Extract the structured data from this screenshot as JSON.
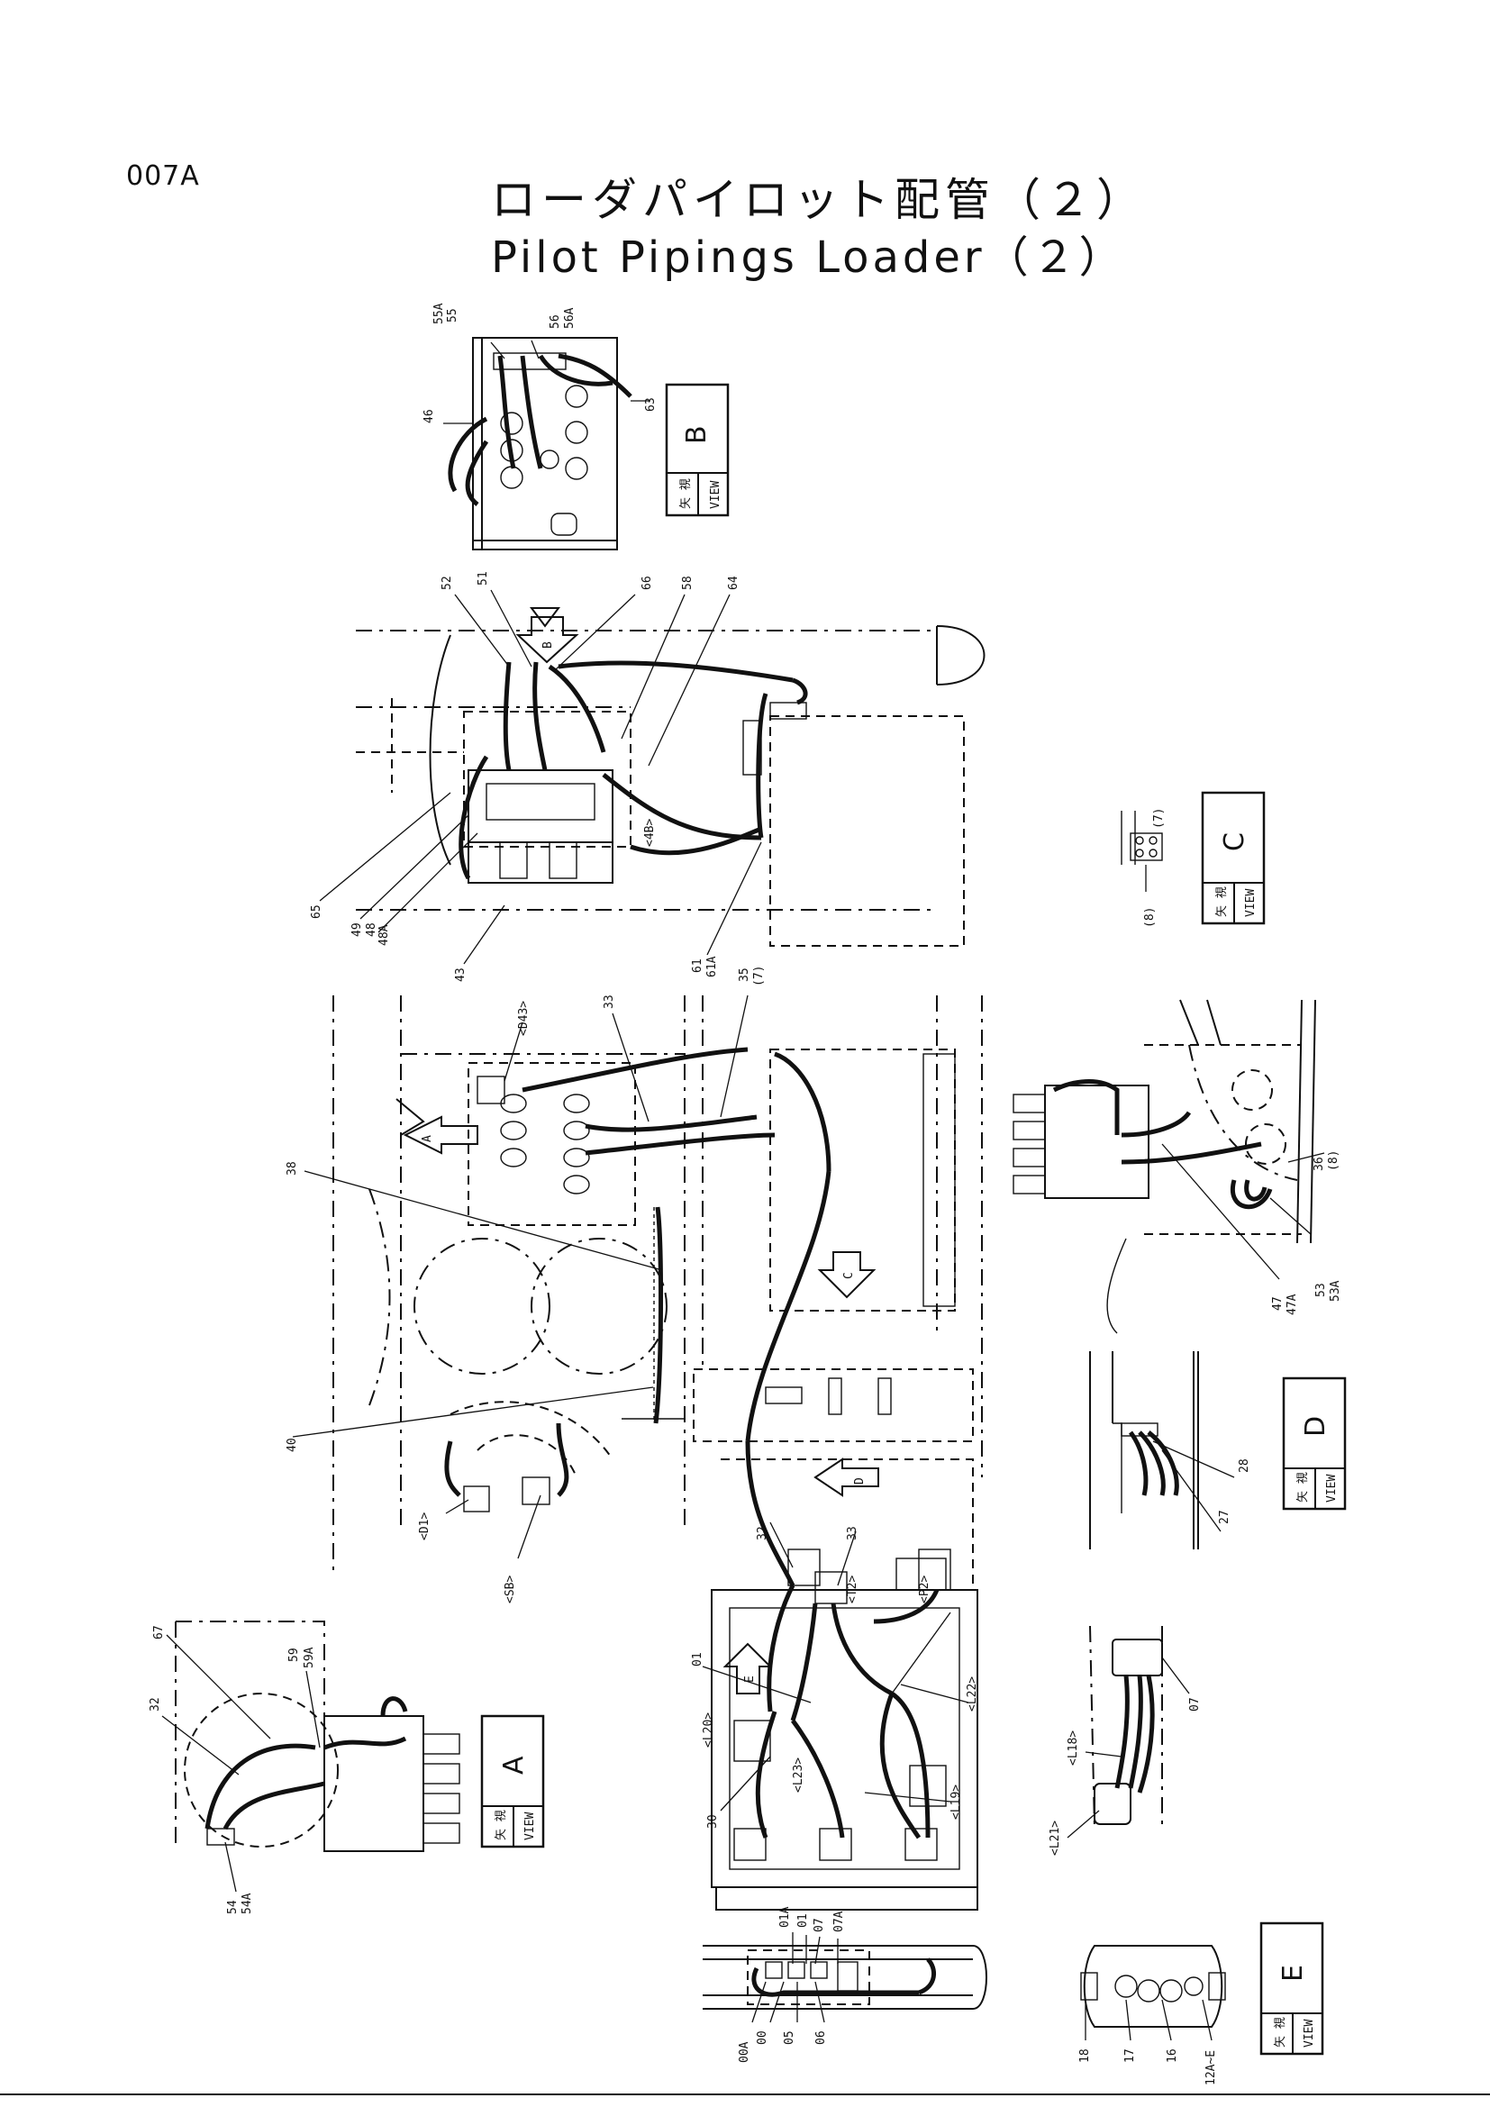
{
  "header": {
    "code": "007A",
    "title_jp": "ローダパイロット配管（２）",
    "title_en": "Pilot Pipings Loader（２）"
  },
  "views": {
    "label_jp": "矢 視",
    "label_en": "VIEW",
    "A": "A",
    "B": "B",
    "C": "C",
    "D": "D",
    "E": "E"
  },
  "arrows": {
    "A": "A",
    "B": "B",
    "C": "C",
    "D": "D",
    "E": "E"
  },
  "callouts": {
    "c55A": "55A",
    "c55": "55",
    "c56": "56",
    "c56A": "56A",
    "c46": "46",
    "c63": "63",
    "c52": "52",
    "c51": "51",
    "c66": "66",
    "c58": "58",
    "c64": "64",
    "c65": "65",
    "c49": "49",
    "c48": "48",
    "c48A": "48A",
    "c43": "43",
    "c61": "61",
    "c61A": "61A",
    "c4B": "<4B>",
    "cD43": "<D43>",
    "c33": "33",
    "c35": "35",
    "c7": "(7)",
    "c38": "38",
    "c40": "40",
    "cD1": "<D1>",
    "cSB": "<SB>",
    "c32": "32",
    "c33b": "33",
    "cT2": "<T2>",
    "cP2": "<P2>",
    "c01": "01",
    "cL20": "<L20>",
    "c30": "30",
    "cL23": "<L23>",
    "cL22": "<L22>",
    "cL19": "<L19>",
    "c67": "67",
    "c59": "59",
    "c59A": "59A",
    "c32b": "32",
    "c54": "54",
    "c54A": "54A",
    "cC7": "(7)",
    "cC8": "(8)",
    "c36": "36",
    "c36b": "(8)",
    "c53": "53",
    "c53A": "53A",
    "c47": "47",
    "c47A": "47A",
    "c28": "28",
    "c27": "27",
    "c07": "07",
    "cL18": "<L18>",
    "cL21": "<L21>",
    "c01A": "01A",
    "c01b": "01",
    "c07b": "07",
    "c07A": "07A",
    "c00A": "00A",
    "c00": "00",
    "c05": "05",
    "c06": "06",
    "c18": "18",
    "c17": "17",
    "c16": "16",
    "c12": "12A~E"
  }
}
